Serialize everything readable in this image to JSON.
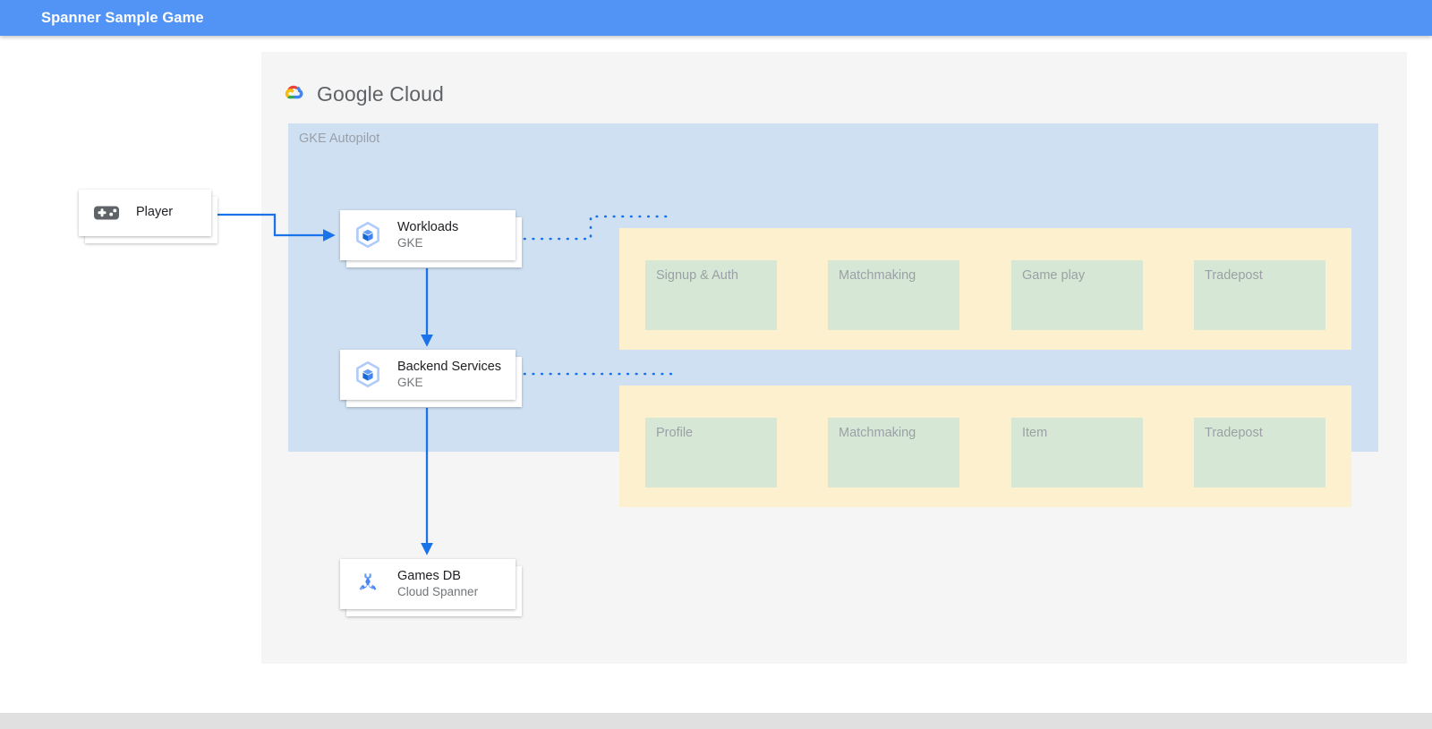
{
  "appbar": {
    "title": "Spanner Sample Game",
    "background": "#5294f5",
    "text_color": "#ffffff"
  },
  "diagram": {
    "logo": {
      "name": "google-cloud-logo",
      "text_bold": "Google",
      "text_light": "Cloud"
    },
    "zone": {
      "label": "GKE Autopilot",
      "background": "#cfe0f3"
    },
    "nodes": [
      {
        "id": "player",
        "icon": "gamepad-icon",
        "title": "Player",
        "subtitle": ""
      },
      {
        "id": "workloads",
        "icon": "gke-icon",
        "title": "Workloads",
        "subtitle": "GKE"
      },
      {
        "id": "backend-services",
        "icon": "gke-icon",
        "title": "Backend Services",
        "subtitle": "GKE"
      },
      {
        "id": "games-db",
        "icon": "cloud-spanner-icon",
        "title": "Games DB",
        "subtitle": "Cloud Spanner"
      }
    ],
    "panels": [
      {
        "id": "frontend-services",
        "background": "#fdf0cf",
        "services": [
          {
            "label": "Signup & Auth"
          },
          {
            "label": "Matchmaking"
          },
          {
            "label": "Game play"
          },
          {
            "label": "Tradepost"
          }
        ]
      },
      {
        "id": "backend-service-list",
        "background": "#fdf0cf",
        "services": [
          {
            "label": "Profile"
          },
          {
            "label": "Matchmaking"
          },
          {
            "label": "Item"
          },
          {
            "label": "Tradepost"
          }
        ]
      }
    ],
    "colors": {
      "zone_blue": "#cfe0f3",
      "panel_yellow": "#fdf0cf",
      "service_green": "#d6e8d5",
      "connector_blue": "#1a73e8",
      "canvas_gray": "#f5f5f5",
      "muted_text": "#9aa0a6"
    }
  }
}
